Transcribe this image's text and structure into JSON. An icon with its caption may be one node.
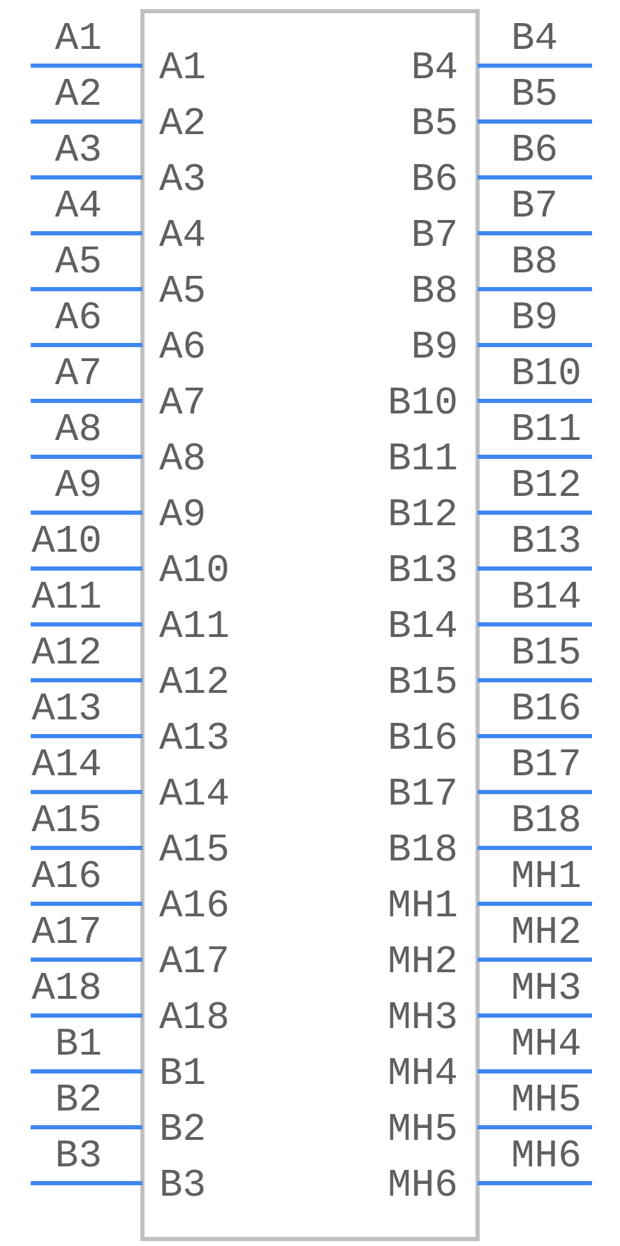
{
  "diagram": {
    "nodes": [
      {
        "text": [],
        "shape": "box"
      }
    ],
    "labels": [
      "A1",
      "A1",
      "B4",
      "B4",
      "A2",
      "A2",
      "B5",
      "B5",
      "A3",
      "A3",
      "B6",
      "B6",
      "A4",
      "A4",
      "B7",
      "B7",
      "A5",
      "A5",
      "B8",
      "B8",
      "A6",
      "A6",
      "B9",
      "B9",
      "A7",
      "A7",
      "B10",
      "B10",
      "A8",
      "A8",
      "B11",
      "B11",
      "A9",
      "A9",
      "B12",
      "B12",
      "A10",
      "A10",
      "B13",
      "B13",
      "A11",
      "A11",
      "B14",
      "B14",
      "A12",
      "A12",
      "B15",
      "B15",
      "A13",
      "A13",
      "B16",
      "B16",
      "A14",
      "A14",
      "B17",
      "B17",
      "A15",
      "A15",
      "B18",
      "B18",
      "A16",
      "A16",
      "MH1",
      "MH1",
      "A17",
      "A17",
      "MH2",
      "MH2",
      "A18",
      "A18",
      "MH3",
      "MH3",
      "B1",
      "B1",
      "MH4",
      "MH4",
      "B2",
      "B2",
      "MH5",
      "MH5",
      "B3",
      "B3",
      "MH6",
      "MH6"
    ]
  }
}
